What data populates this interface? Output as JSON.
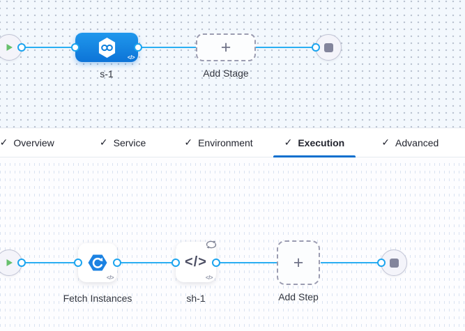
{
  "stage_pipeline": {
    "start_node": "pipeline-start",
    "stage": {
      "label": "s-1"
    },
    "add_stage": {
      "label": "Add Stage"
    },
    "end_node": "pipeline-end"
  },
  "tabs": {
    "items": [
      {
        "label": "Overview",
        "checked": true,
        "active": false
      },
      {
        "label": "Service",
        "checked": true,
        "active": false
      },
      {
        "label": "Environment",
        "checked": true,
        "active": false
      },
      {
        "label": "Execution",
        "checked": true,
        "active": true
      },
      {
        "label": "Advanced",
        "checked": true,
        "active": false
      }
    ]
  },
  "execution": {
    "steps": [
      {
        "label": "Fetch Instances",
        "icon": "fetch-instances-icon"
      },
      {
        "label": "sh-1",
        "icon": "shell-script-icon",
        "badge": "loop-icon"
      }
    ],
    "add_step": {
      "label": "Add Step"
    }
  },
  "glyphs": {
    "check": "✓",
    "plus": "+",
    "code": "</>"
  },
  "colors": {
    "accent": "#0b6fce",
    "edge": "#2aaef2",
    "stage_node_blue": "#1080dd",
    "play_green": "#68c06d",
    "end_square_gray": "#83859c",
    "canvas_top": "#f3f8fd",
    "canvas_bottom": "#fdfdff"
  }
}
